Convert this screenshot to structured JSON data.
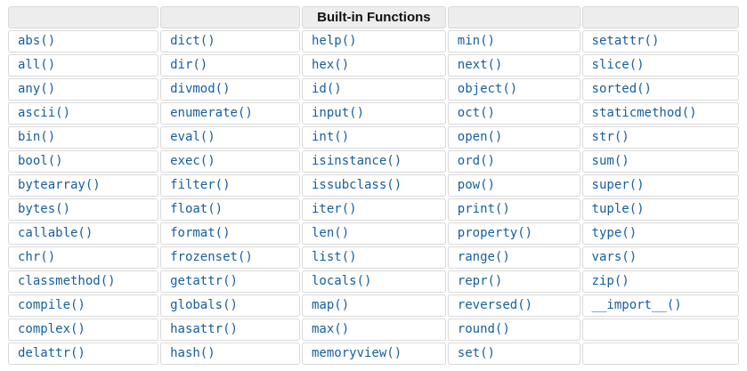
{
  "table": {
    "title": "Built-in Functions",
    "header_cells": [
      "",
      "",
      "Built-in Functions",
      "",
      ""
    ],
    "rows": [
      [
        "abs()",
        "dict()",
        "help()",
        "min()",
        "setattr()"
      ],
      [
        "all()",
        "dir()",
        "hex()",
        "next()",
        "slice()"
      ],
      [
        "any()",
        "divmod()",
        "id()",
        "object()",
        "sorted()"
      ],
      [
        "ascii()",
        "enumerate()",
        "input()",
        "oct()",
        "staticmethod()"
      ],
      [
        "bin()",
        "eval()",
        "int()",
        "open()",
        "str()"
      ],
      [
        "bool()",
        "exec()",
        "isinstance()",
        "ord()",
        "sum()"
      ],
      [
        "bytearray()",
        "filter()",
        "issubclass()",
        "pow()",
        "super()"
      ],
      [
        "bytes()",
        "float()",
        "iter()",
        "print()",
        "tuple()"
      ],
      [
        "callable()",
        "format()",
        "len()",
        "property()",
        "type()"
      ],
      [
        "chr()",
        "frozenset()",
        "list()",
        "range()",
        "vars()"
      ],
      [
        "classmethod()",
        "getattr()",
        "locals()",
        "repr()",
        "zip()"
      ],
      [
        "compile()",
        "globals()",
        "map()",
        "reversed()",
        "__import__()"
      ],
      [
        "complex()",
        "hasattr()",
        "max()",
        "round()",
        ""
      ],
      [
        "delattr()",
        "hash()",
        "memoryview()",
        "set()",
        ""
      ]
    ],
    "colors": {
      "link": "#175ea0",
      "header_background": "#ededed",
      "header_text": "#111111",
      "border": "#d9d9d9",
      "page_background": "#ffffff"
    }
  }
}
